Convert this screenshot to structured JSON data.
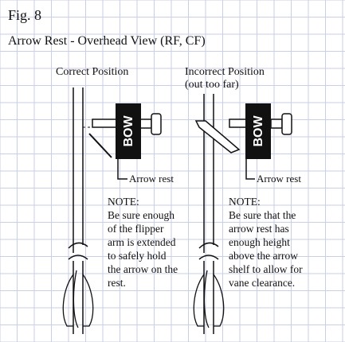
{
  "figure": {
    "number": "Fig. 8",
    "title": "Arrow Rest - Overhead View (RF, CF)"
  },
  "panels": [
    {
      "heading_lines": [
        "Correct Position"
      ],
      "bow_label": "BOW",
      "callout": "Arrow rest",
      "note_lines": [
        "NOTE:",
        "Be sure enough",
        "of the flipper",
        "arm is extended",
        "to safely hold",
        "the arrow on the",
        "rest."
      ]
    },
    {
      "heading_lines": [
        "Incorrect Position",
        "(out too far)"
      ],
      "bow_label": "BOW",
      "callout": "Arrow rest",
      "note_lines": [
        "NOTE:",
        "Be sure that the",
        "arrow rest has",
        "enough height",
        "above the arrow",
        "shelf to allow for",
        "vane  clearance."
      ]
    }
  ],
  "colors": {
    "background": "#ffffff",
    "grid": "#c9cfe6",
    "ink": "#111111",
    "bow_block": "#111111"
  }
}
